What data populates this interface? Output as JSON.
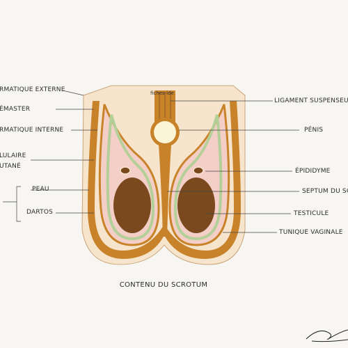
{
  "watermark": "fiches-ide",
  "caption": "CONTENU DU SCROTUM",
  "labels_left": {
    "spermatique_externe": "RMATIQUE EXTERNE",
    "cremaster": "ÉMASTER",
    "spermatique_interne": "RMATIQUE INTERNE",
    "celluloire_line1": "LULAIRE",
    "celluloire_line2": "UTANÉ",
    "peau": "PEAU",
    "dartos": "DARTOS"
  },
  "labels_right": {
    "ligament": "LIGAMENT SUSPENSEUR D",
    "penis": "PÉNIS",
    "epididyme": "ÉPIDIDYME",
    "septum": "SEPTUM DU SC",
    "testicule": "TESTICULE",
    "tunique": "TUNIQUE VAGINALE"
  },
  "colors": {
    "background": "#f7f6f2",
    "skin": "#f6e4cc",
    "dartos": "#c8822a",
    "pink_layer": "#f4cfc8",
    "green_layer": "#b5cf98",
    "testis": "#7a4a1e",
    "penis_ring": "#c8822a",
    "penis_core": "#fbf4d6"
  }
}
